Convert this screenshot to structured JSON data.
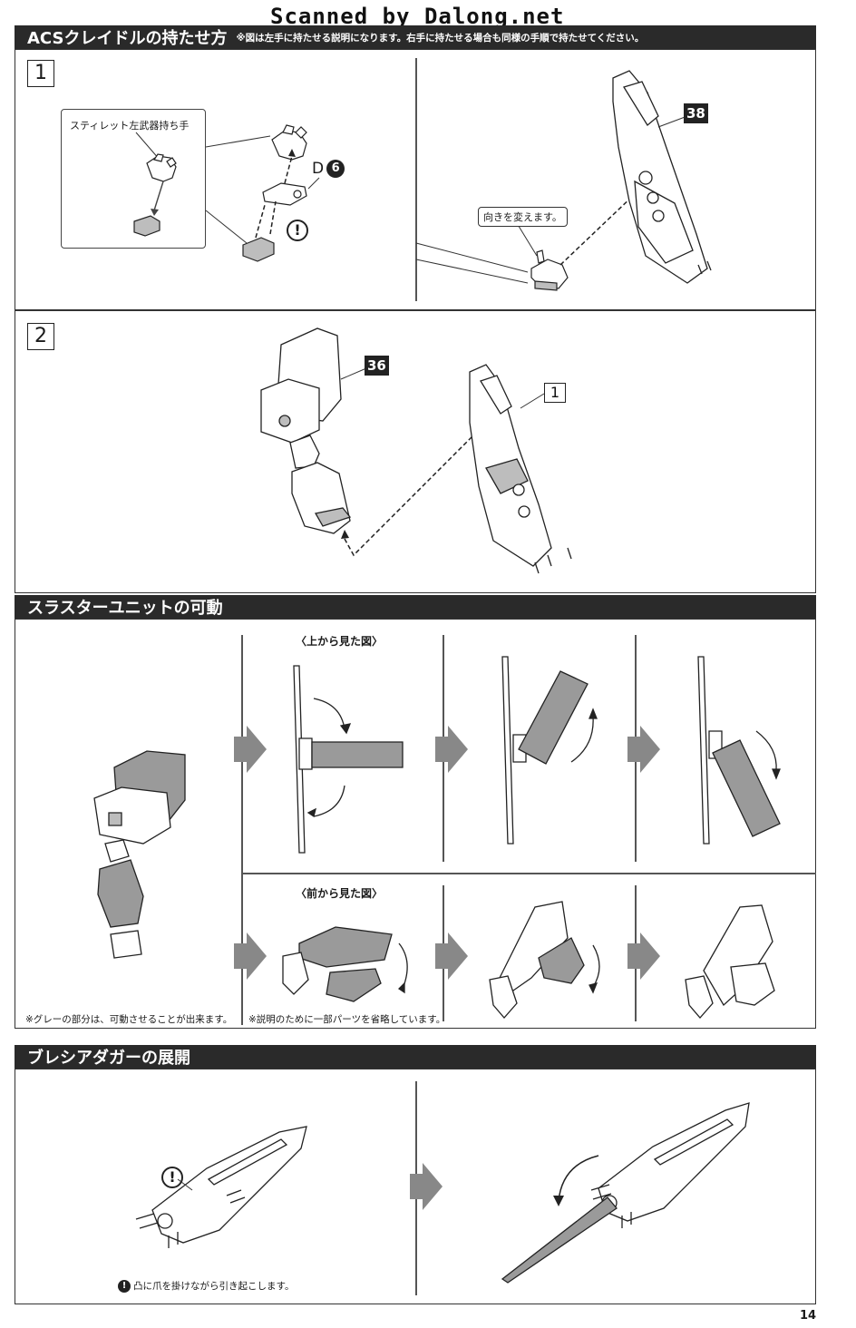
{
  "watermark": "Scanned by Dalong.net",
  "page_number": "14",
  "section1": {
    "title": "ACSクレイドルの持たせ方",
    "note": "※図は左手に持たせる説明になります。右手に持たせる場合も同様の手順で持たせてください。",
    "step1": {
      "number": "1",
      "inset_label": "スティレット左武器持ち手",
      "part_ref_letter": "D",
      "part_ref_num": "6",
      "warning": "!",
      "callout": "向きを変えます。",
      "part_badge": "38"
    },
    "step2": {
      "number": "2",
      "part_badge": "36",
      "ref_badge": "1"
    }
  },
  "section2": {
    "title": "スラスターユニットの可動",
    "top_view_label": "〈上から見た図〉",
    "front_view_label": "〈前から見た図〉",
    "note_gray": "※グレーの部分は、可動させることが出来ます。",
    "note_omitted": "※説明のために一部パーツを省略しています。"
  },
  "section3": {
    "title": "ブレシアダガーの展開",
    "warning": "!",
    "note_num": "!",
    "note": "凸に爪を掛けながら引き起こします。"
  },
  "colors": {
    "bar": "#2a2a2a",
    "gray_part": "#9a9a9a",
    "line": "#222222"
  }
}
